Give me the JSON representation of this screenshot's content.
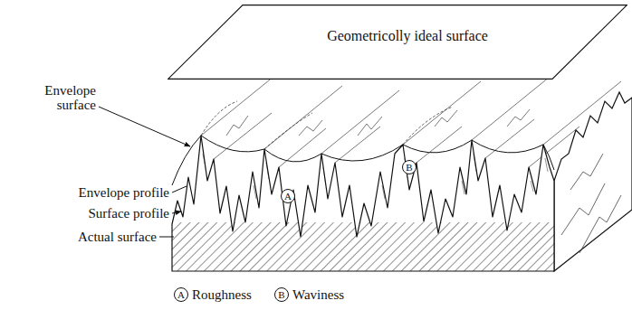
{
  "diagram": {
    "nodes": [
      {
        "text": [
          "Geometricolly ideal surface"
        ]
      },
      {
        "text": [
          "A"
        ]
      },
      {
        "text": [
          "B"
        ]
      },
      {
        "text": [
          "A"
        ]
      },
      {
        "text": [
          "B"
        ]
      }
    ],
    "labels": [
      "Envelope surface",
      "Envelope profile",
      "Surface profile",
      "Actual surface",
      "Roughness",
      "Waviness"
    ]
  }
}
